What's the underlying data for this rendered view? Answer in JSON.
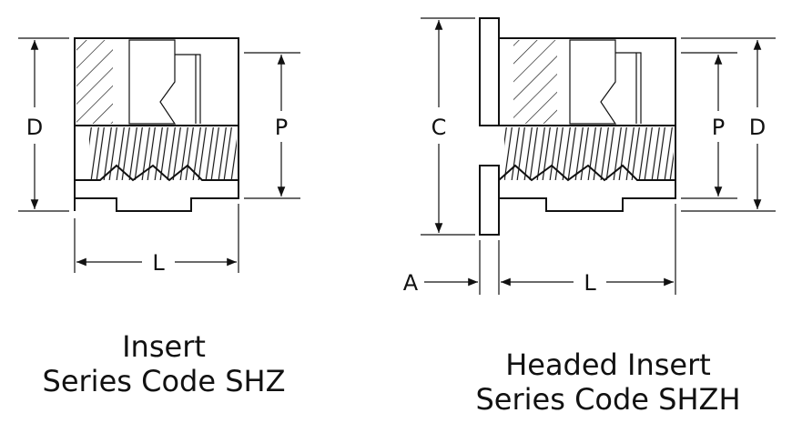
{
  "dimensions": {
    "shz": {
      "d": "D",
      "p": "P",
      "l": "L"
    },
    "shzh": {
      "c": "C",
      "p": "P",
      "d": "D",
      "a": "A",
      "l": "L"
    }
  },
  "captions": {
    "shz": {
      "line1": "Insert",
      "line2": "Series Code SHZ"
    },
    "shzh": {
      "line1": "Headed Insert",
      "line2": "Series Code SHZH"
    }
  }
}
